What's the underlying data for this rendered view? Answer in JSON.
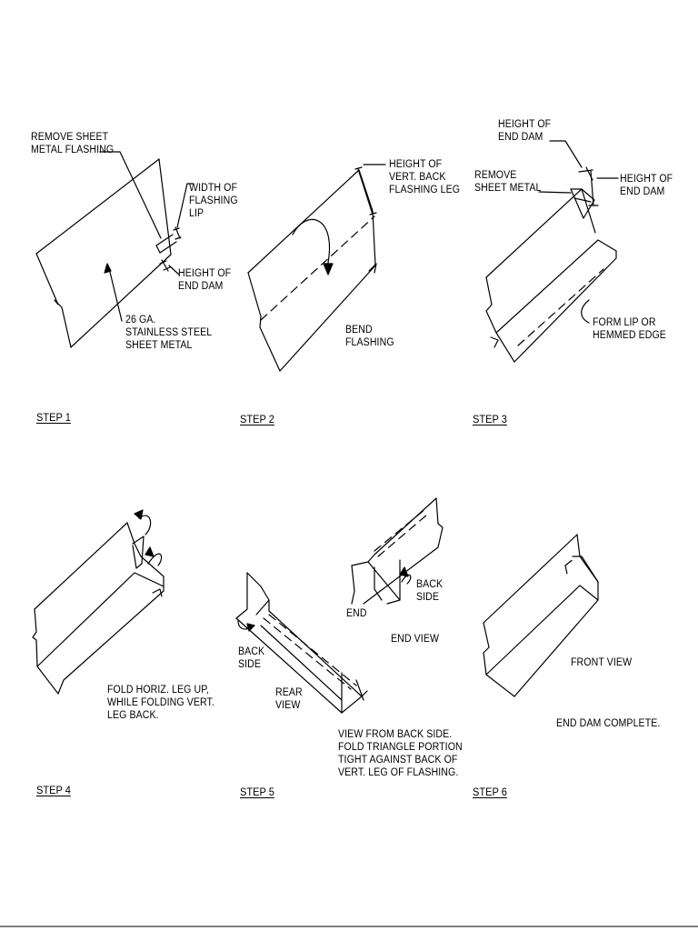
{
  "step1": {
    "step_label": "STEP 1",
    "remove_label": "REMOVE SHEET\nMETAL FLASHING",
    "width_label": "WIDTH OF\nFLASHING\nLIP",
    "height_label": "HEIGHT OF\nEND DAM",
    "material_label": "26 GA.\nSTAINLESS STEEL\nSHEET METAL"
  },
  "step2": {
    "step_label": "STEP 2",
    "height_label": "HEIGHT OF\nVERT. BACK\nFLASHING LEG",
    "bend_label": "BEND\nFLASHING"
  },
  "step3": {
    "step_label": "STEP 3",
    "height_top_label": "HEIGHT OF\nEND DAM",
    "remove_label": "REMOVE\nSHEET METAL",
    "height_right_label": "HEIGHT OF\nEND DAM",
    "lip_label": "FORM LIP OR\nHEMMED EDGE"
  },
  "step4": {
    "step_label": "STEP 4",
    "fold_label": "FOLD HORIZ. LEG UP,\nWHILE FOLDING VERT.\nLEG BACK."
  },
  "step5": {
    "step_label": "STEP 5",
    "back_side_label": "BACK\nSIDE",
    "rear_view_label": "REAR\nVIEW",
    "back_side_end_label": "BACK\nSIDE",
    "end_label": "END",
    "end_view_label": "END VIEW",
    "note_label": "VIEW FROM BACK SIDE.\nFOLD TRIANGLE PORTION\nTIGHT AGAINST BACK OF\nVERT. LEG OF FLASHING."
  },
  "step6": {
    "step_label": "STEP 6",
    "front_view_label": "FRONT VIEW",
    "complete_label": "END DAM COMPLETE."
  }
}
